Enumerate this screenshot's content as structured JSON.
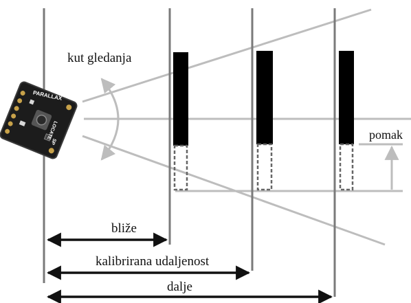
{
  "labels": {
    "viewing_angle": "kut gledanja",
    "offset": "pomak",
    "closer": "bliže",
    "calibrated_distance": "kalibrirana udaljenost",
    "farther": "dalje"
  },
  "sensor": {
    "board_text": "PARALLAX",
    "board_text_2": "LOCATE",
    "board_text_3": "SP",
    "icon": "sensor-module-icon"
  },
  "colors": {
    "background": "#ffffff",
    "ink": "#111111",
    "guide_gray": "#bdbdbd",
    "wall_gray": "#7a7a7a",
    "board": "#1c1c1c",
    "pad_gold": "#c8a24a"
  }
}
